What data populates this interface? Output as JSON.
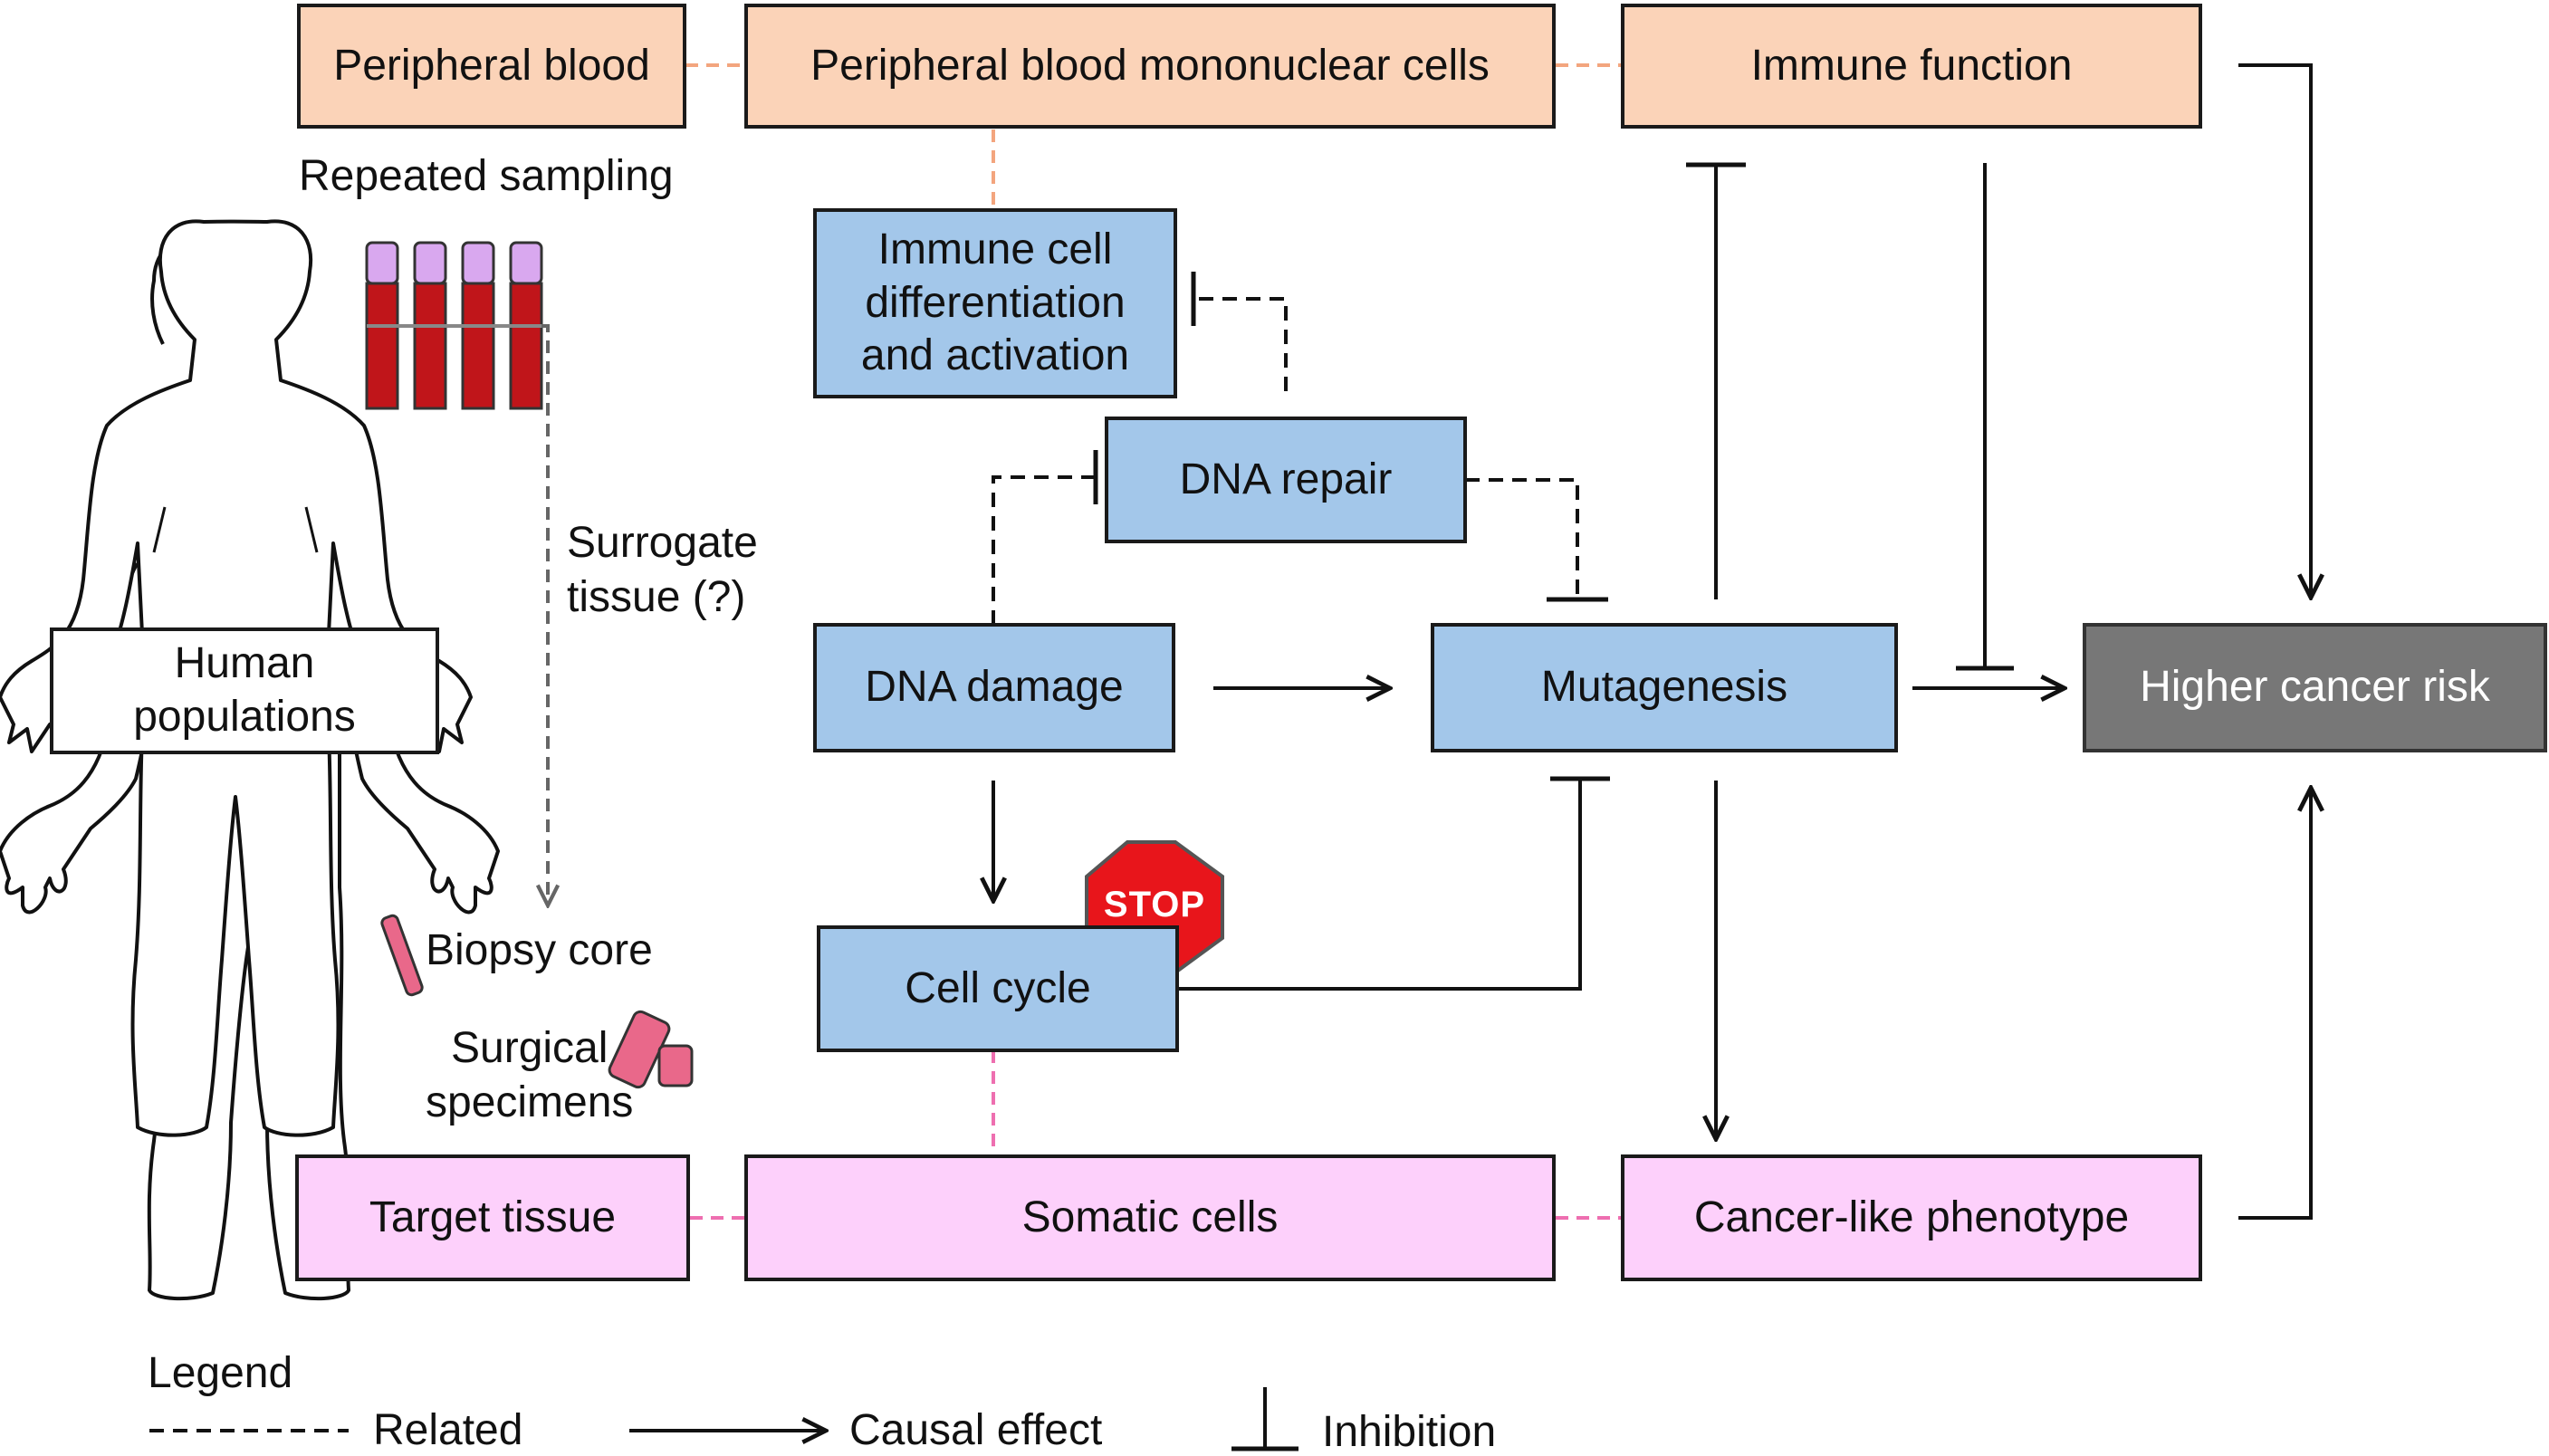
{
  "boxes": {
    "peripheral_blood": "Peripheral blood",
    "pbmc": "Peripheral blood mononuclear cells",
    "immune_function": "Immune function",
    "immune_cell_line1": "Immune cell",
    "immune_cell_line2": "differentiation",
    "immune_cell_line3": "and activation",
    "dna_repair": "DNA repair",
    "dna_damage": "DNA damage",
    "mutagenesis": "Mutagenesis",
    "higher_cancer_risk": "Higher cancer risk",
    "cell_cycle": "Cell cycle",
    "target_tissue": "Target tissue",
    "somatic_cells": "Somatic cells",
    "cancer_like_phenotype": "Cancer-like phenotype",
    "human_line1": "Human",
    "human_line2": "populations"
  },
  "labels": {
    "repeated_sampling": "Repeated sampling",
    "surrogate_line1": "Surrogate",
    "surrogate_line2": "tissue (?)",
    "biopsy_core": "Biopsy core",
    "surgical_line1": "Surgical",
    "surgical_line2": "specimens",
    "stop_sign": "STOP"
  },
  "legend": {
    "title": "Legend",
    "related": "Related",
    "causal": "Causal effect",
    "inhibition": "Inhibition"
  },
  "colors": {
    "blood_box": "#fbd3b8",
    "tissue_box": "#fdd0fb",
    "mechanism_box": "#a3c7ea",
    "outcome_box": "#777777",
    "stop_sign": "#e8151b",
    "blood": "#c0151a",
    "tube_cap": "#d9a8ef",
    "specimen": "#e9688a"
  }
}
